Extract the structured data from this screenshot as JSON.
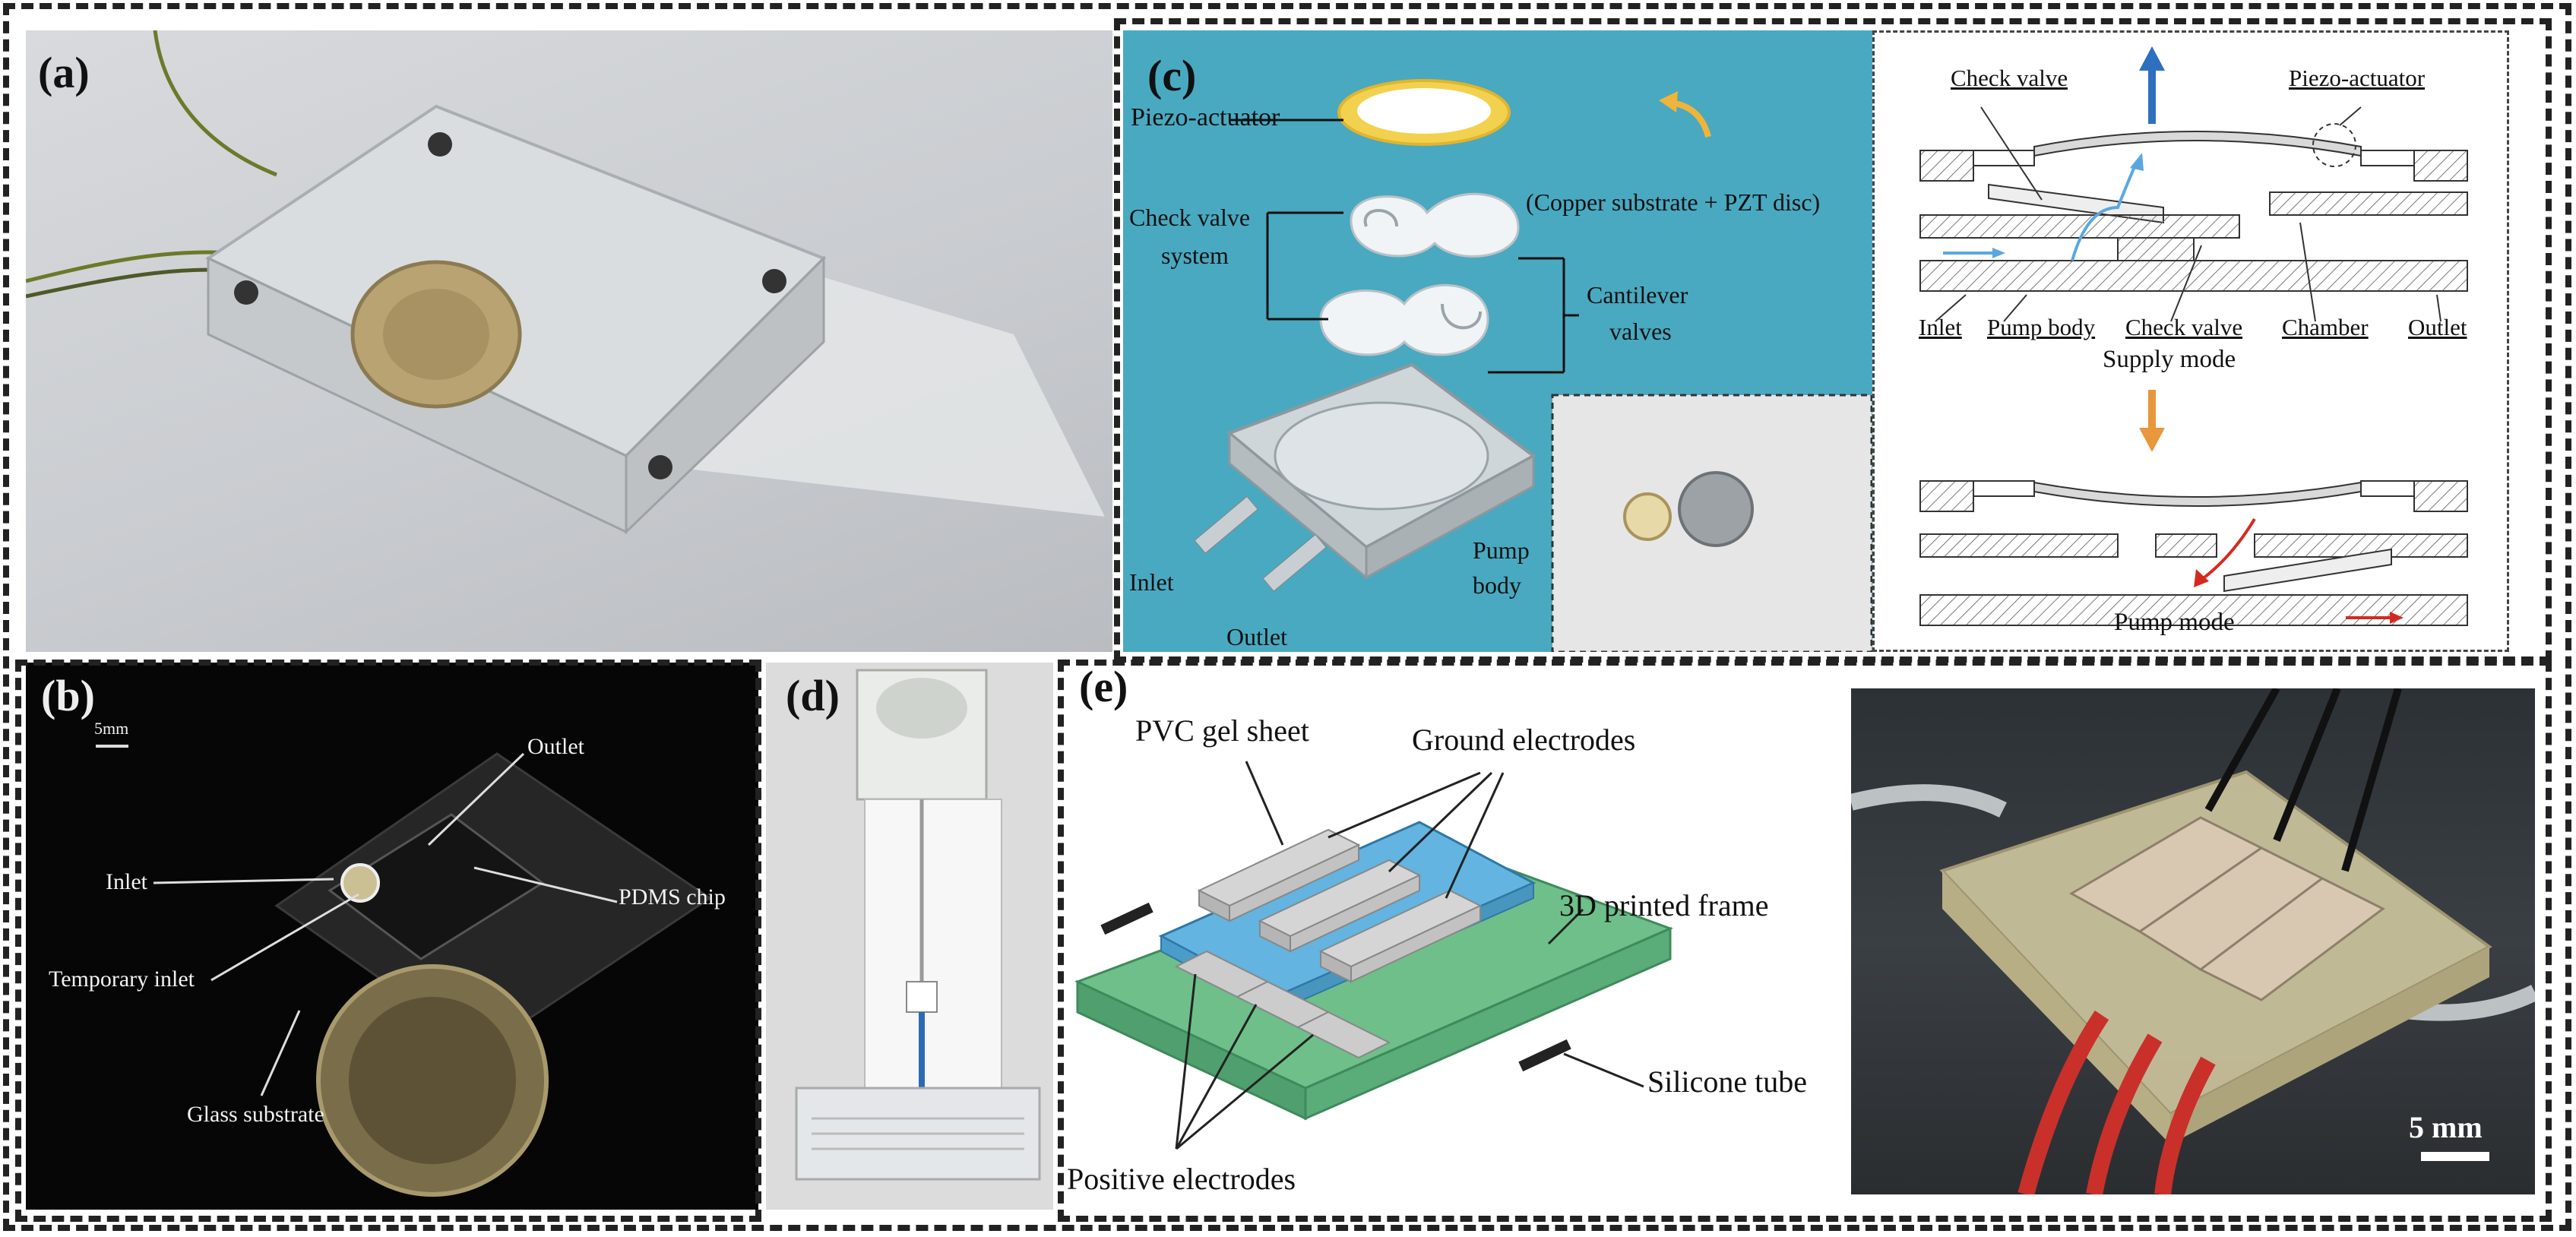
{
  "figure": {
    "panel_a": {
      "label": "(a)"
    },
    "panel_b": {
      "label": "(b)",
      "scale": "5mm",
      "outlet": "Outlet",
      "inlet": "Inlet",
      "pdms_chip": "PDMS chip",
      "temporary_inlet": "Temporary inlet",
      "glass_substrate": "Glass substrate"
    },
    "panel_c": {
      "label": "(c)",
      "piezo_actuator": "Piezo-actuator",
      "copper_pzt": "(Copper substrate + PZT disc)",
      "check_valve_system_1": "Check valve",
      "check_valve_system_2": "system",
      "cantilever_valves_1": "Cantilever",
      "cantilever_valves_2": "valves",
      "inlet": "Inlet",
      "outlet": "Outlet",
      "pump_body_1": "Pump",
      "pump_body_2": "body"
    },
    "panel_c_schematic": {
      "check_valve_top": "Check valve",
      "piezo_actuator": "Piezo-actuator",
      "inlet": "Inlet",
      "pump_body": "Pump body",
      "check_valve_bottom": "Check valve",
      "chamber": "Chamber",
      "outlet": "Outlet",
      "supply_mode": "Supply mode",
      "pump_mode": "Pump mode"
    },
    "panel_d": {
      "label": "(d)"
    },
    "panel_e": {
      "label": "(e)",
      "pvc_gel_sheet": "PVC gel sheet",
      "ground_electrodes": "Ground electrodes",
      "printed_frame": "3D printed frame",
      "silicone_tube": "Silicone tube",
      "positive_electrodes": "Positive electrodes",
      "scale": "5 mm"
    },
    "colors": {
      "panel_c_background": "#49a9c0",
      "pvc_gel": "#63b4e0",
      "printed_frame": "#6fbf8a",
      "electrode": "#c9c9c9",
      "arrow_blue": "#2e6fc0",
      "arrow_orange": "#e8973a",
      "arrow_red": "#d42a1e"
    }
  }
}
